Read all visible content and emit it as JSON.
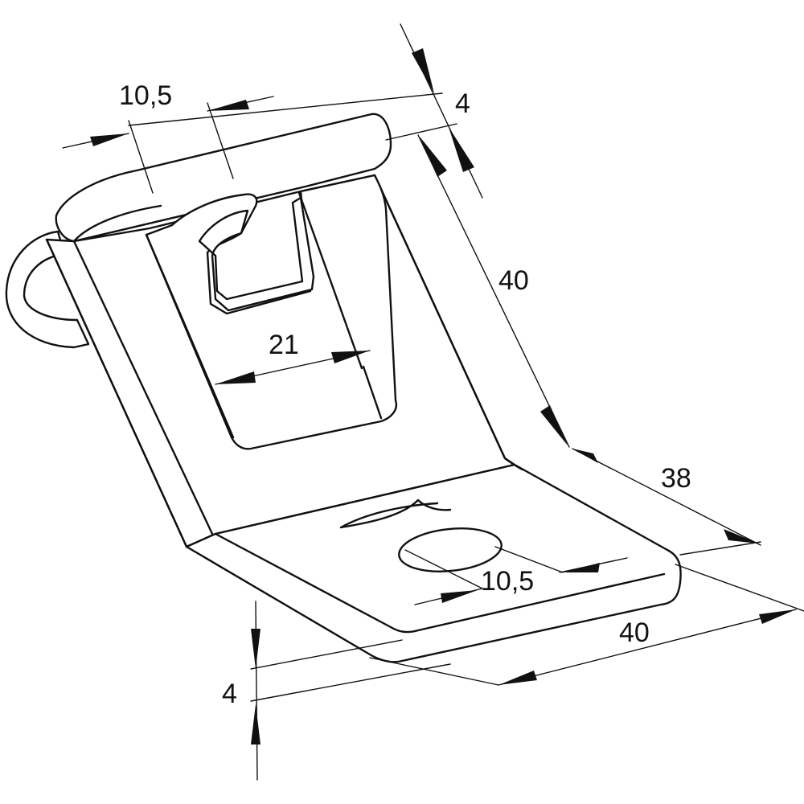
{
  "drawing": {
    "dimensions": {
      "top_width": "10,5",
      "top_thickness": "4",
      "vertical_height": "40",
      "slot_width": "21",
      "base_depth": "38",
      "hole_diameter": "10,5",
      "base_width": "40",
      "base_thickness": "4"
    }
  }
}
